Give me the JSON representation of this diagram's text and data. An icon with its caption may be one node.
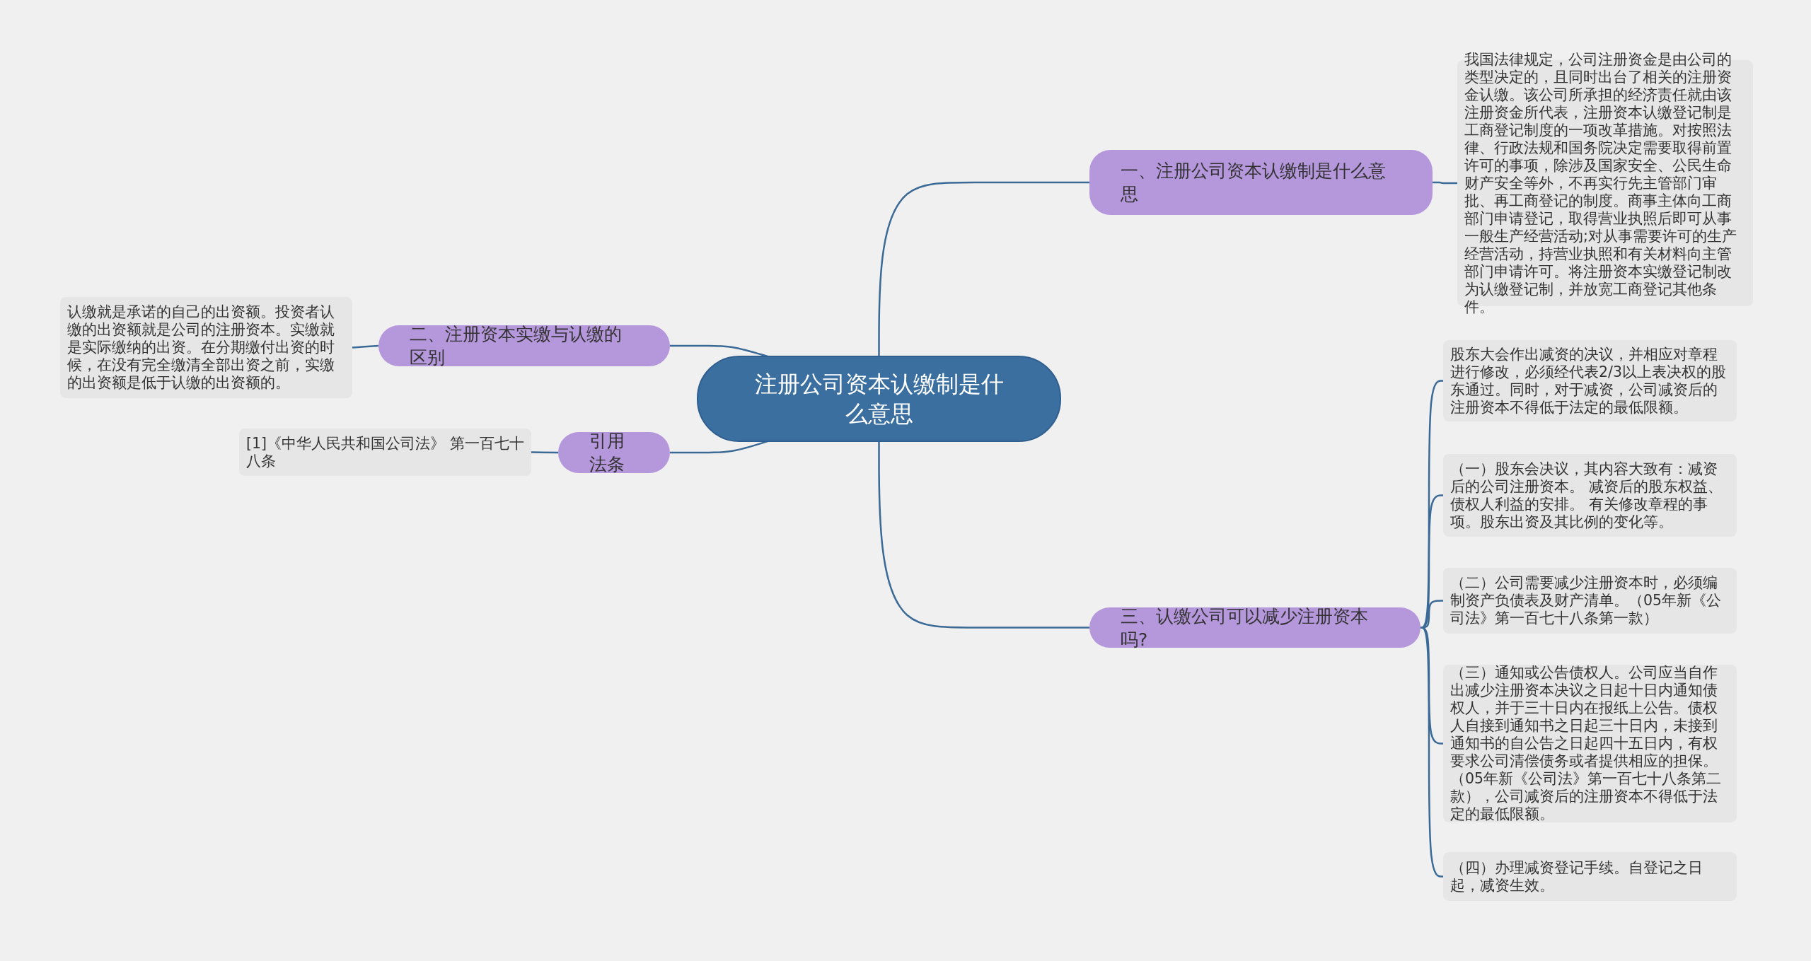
{
  "diagram": {
    "nodes": [
      {
        "text": [
          "注册公司资本认缴制是什么意思"
        ]
      },
      {
        "text": [
          "一、注册公司资本认缴制是什么意思"
        ]
      },
      {
        "text": [
          "我国法律规定，公司注册资金是由公司的类型决定的，且同时出台了相关的注册资金认缴。该公司所承担的经济责任就由该注册资金所代表，注册资本认缴登记制是工商登记制度的一项改革措施。对按照法律、行政法规和国务院决定需要取得前置许可的事项，除涉及国家安全、公民生命财产安全等外，不再实行先主管部门审批、再工商登记的制度。商事主体向工商部门申请登记，取得营业执照后即可从事一般生产经营活动;对从事需要许可的生产经营活动，持营业执照和有关材料向主管部门申请许可。将注册资本实缴登记制改为认缴登记制，并放宽工商登记其他条件。"
        ]
      },
      {
        "text": [
          "二、注册资本实缴与认缴的区别"
        ]
      },
      {
        "text": [
          "认缴就是承诺的自己的出资额。投资者认缴的出资额就是公司的注册资本。实缴就是实际缴纳的出资。在分期缴付出资的时候，在没有完全缴清全部出资之前，实缴的出资额是低于认缴的出资额的。"
        ]
      },
      {
        "text": [
          "引用法条"
        ]
      },
      {
        "text": [
          "[1]《中华人民共和国公司法》 第一百七十八条"
        ]
      },
      {
        "text": [
          "三、认缴公司可以减少注册资本吗?"
        ]
      },
      {
        "text": [
          "股东大会作出减资的决议，并相应对章程进行修改，必须经代表2/3以上表决权的股东通过。同时，对于减资，公司减资后的注册资本不得低于法定的最低限额。"
        ]
      },
      {
        "text": [
          "（一）股东会决议，其内容大致有：减资后的公司注册资本。 减资后的股东权益、债权人利益的安排。 有关修改章程的事项。股东出资及其比例的变化等。"
        ]
      },
      {
        "text": [
          "（二）公司需要减少注册资本时，必须编制资产负债表及财产清单。（05年新《公司法》第一百七十八条第一款）"
        ]
      },
      {
        "text": [
          "（三）通知或公告债权人。公司应当自作出减少注册资本决议之日起十日内通知债权人，并于三十日内在报纸上公告。债权人自接到通知书之日起三十日内，未接到通知书的自公告之日起四十五日内，有权要求公司清偿债务或者提供相应的担保。（05年新《公司法》第一百七十八条第二款），公司减资后的注册资本不得低于法定的最低限额。"
        ]
      },
      {
        "text": [
          "（四）办理减资登记手续。自登记之日起，减资生效。"
        ]
      }
    ],
    "edges": [
      {
        "from": 0,
        "to": 1,
        "arrow": "none"
      },
      {
        "from": 1,
        "to": 2,
        "arrow": "none"
      },
      {
        "from": 0,
        "to": 3,
        "arrow": "none"
      },
      {
        "from": 3,
        "to": 4,
        "arrow": "none"
      },
      {
        "from": 0,
        "to": 5,
        "arrow": "none"
      },
      {
        "from": 5,
        "to": 6,
        "arrow": "none"
      },
      {
        "from": 0,
        "to": 7,
        "arrow": "none"
      },
      {
        "from": 7,
        "to": 8,
        "arrow": "none"
      },
      {
        "from": 7,
        "to": 9,
        "arrow": "none"
      },
      {
        "from": 7,
        "to": 10,
        "arrow": "none"
      },
      {
        "from": 7,
        "to": 11,
        "arrow": "none"
      },
      {
        "from": 7,
        "to": 12,
        "arrow": "none"
      }
    ]
  }
}
